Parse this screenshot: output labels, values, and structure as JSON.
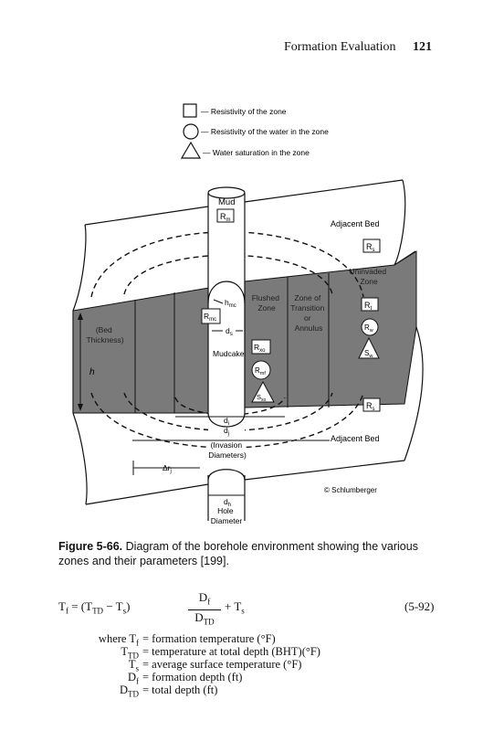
{
  "header": {
    "title": "Formation Evaluation",
    "page_number": "121"
  },
  "legend": [
    {
      "shape": "square",
      "label": "— Resistivity of the zone"
    },
    {
      "shape": "circle",
      "label": "— Resistivity of the water in the zone"
    },
    {
      "shape": "triangle",
      "label": "— Water saturation in the zone"
    }
  ],
  "diagram": {
    "mud": "Mud",
    "rm": "R",
    "rm_sub": "m",
    "adjacent_bed_top": "Adjacent Bed",
    "rs": "R",
    "rs_sub": "s",
    "uninvaded_zone": [
      "Uninvaded",
      "Zone"
    ],
    "rt": "R",
    "rt_sub": "t",
    "rw": "R",
    "rw_sub": "w",
    "sw": "S",
    "sw_sub": "w",
    "flushed_zone": [
      "Flushed",
      "Zone"
    ],
    "transition_zone": [
      "Zone of",
      "Transition",
      "or",
      "Annulus"
    ],
    "bed_thickness": [
      "(Bed",
      "Thickness)"
    ],
    "h": "h",
    "hmc": "h",
    "hmc_sub": "mc",
    "rmc": "R",
    "rmc_sub": "mc",
    "ds": "d",
    "ds_sub": "s",
    "mudcake": "Mudcake",
    "rxo": "R",
    "rxo_sub": "xo",
    "rmf": "R",
    "rmf_sub": "mf",
    "sxo": "S",
    "sxo_sub": "xo",
    "rs_bottom": "R",
    "rs_bottom_sub": "s",
    "di": "d",
    "di_sub": "i",
    "dj": "d",
    "dj_sub": "j",
    "invasion_diameters": [
      "(Invasion",
      "Diameters)"
    ],
    "adjacent_bed_bottom": "Adjacent Bed",
    "delta_rj": "Δr",
    "delta_rj_sub": "j",
    "dh": "d",
    "dh_sub": "h",
    "hole_diameter": [
      "Hole",
      "Diameter"
    ],
    "copyright": "© Schlumberger"
  },
  "caption": {
    "label": "Figure 5-66.",
    "text": " Diagram of the borehole environment showing the various zones and their parameters [199]."
  },
  "equation": {
    "lhs": "T",
    "lhs_sub": "f",
    "mid": " = (T",
    "mid_sub1": "TD",
    "mid2": " − T",
    "mid_sub2": "s",
    "mid3": ")",
    "frac_num": "D",
    "frac_num_sub": "f",
    "frac_den": "D",
    "frac_den_sub": "TD",
    "rhs": " + T",
    "rhs_sub": "s",
    "number": "(5-92)"
  },
  "where": [
    {
      "prefix": "where  T",
      "sub": "f",
      "def": "= formation temperature (°F)"
    },
    {
      "prefix": "T",
      "sub": "TD",
      "def": "= temperature at total depth (BHT)(°F)"
    },
    {
      "prefix": "T",
      "sub": "s",
      "def": "= average surface temperature (°F)"
    },
    {
      "prefix": "D",
      "sub": "f",
      "def": "= formation depth (ft)"
    },
    {
      "prefix": "D",
      "sub": "TD",
      "def": "= total depth (ft)"
    }
  ]
}
